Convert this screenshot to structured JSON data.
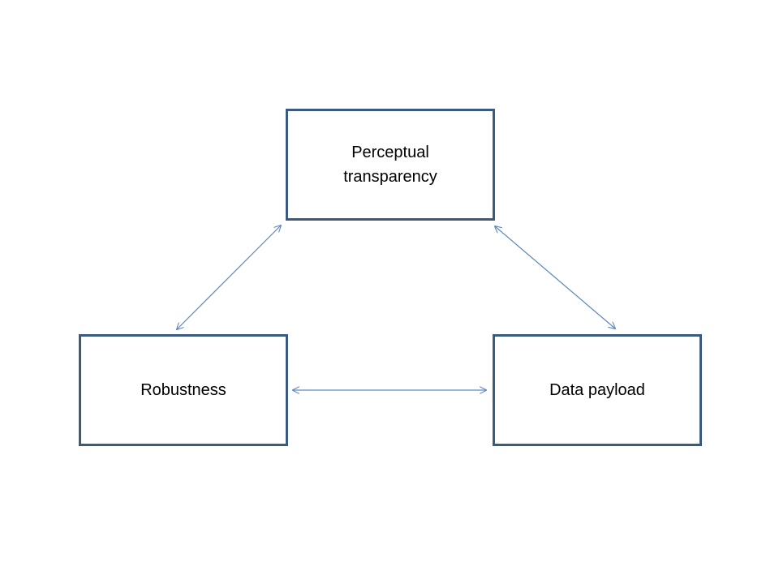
{
  "diagram": {
    "nodes": [
      {
        "id": "perceptual",
        "label": "Perceptual\ntransparency"
      },
      {
        "id": "robustness",
        "label": "Robustness"
      },
      {
        "id": "payload",
        "label": "Data payload"
      }
    ],
    "edges": [
      {
        "from": "perceptual",
        "to": "robustness",
        "direction": "both"
      },
      {
        "from": "perceptual",
        "to": "payload",
        "direction": "both"
      },
      {
        "from": "robustness",
        "to": "payload",
        "direction": "both"
      }
    ],
    "colors": {
      "box_border": "#3b5a80",
      "arrow": "#5b86bd",
      "text": "#000000",
      "background": "#ffffff"
    }
  }
}
